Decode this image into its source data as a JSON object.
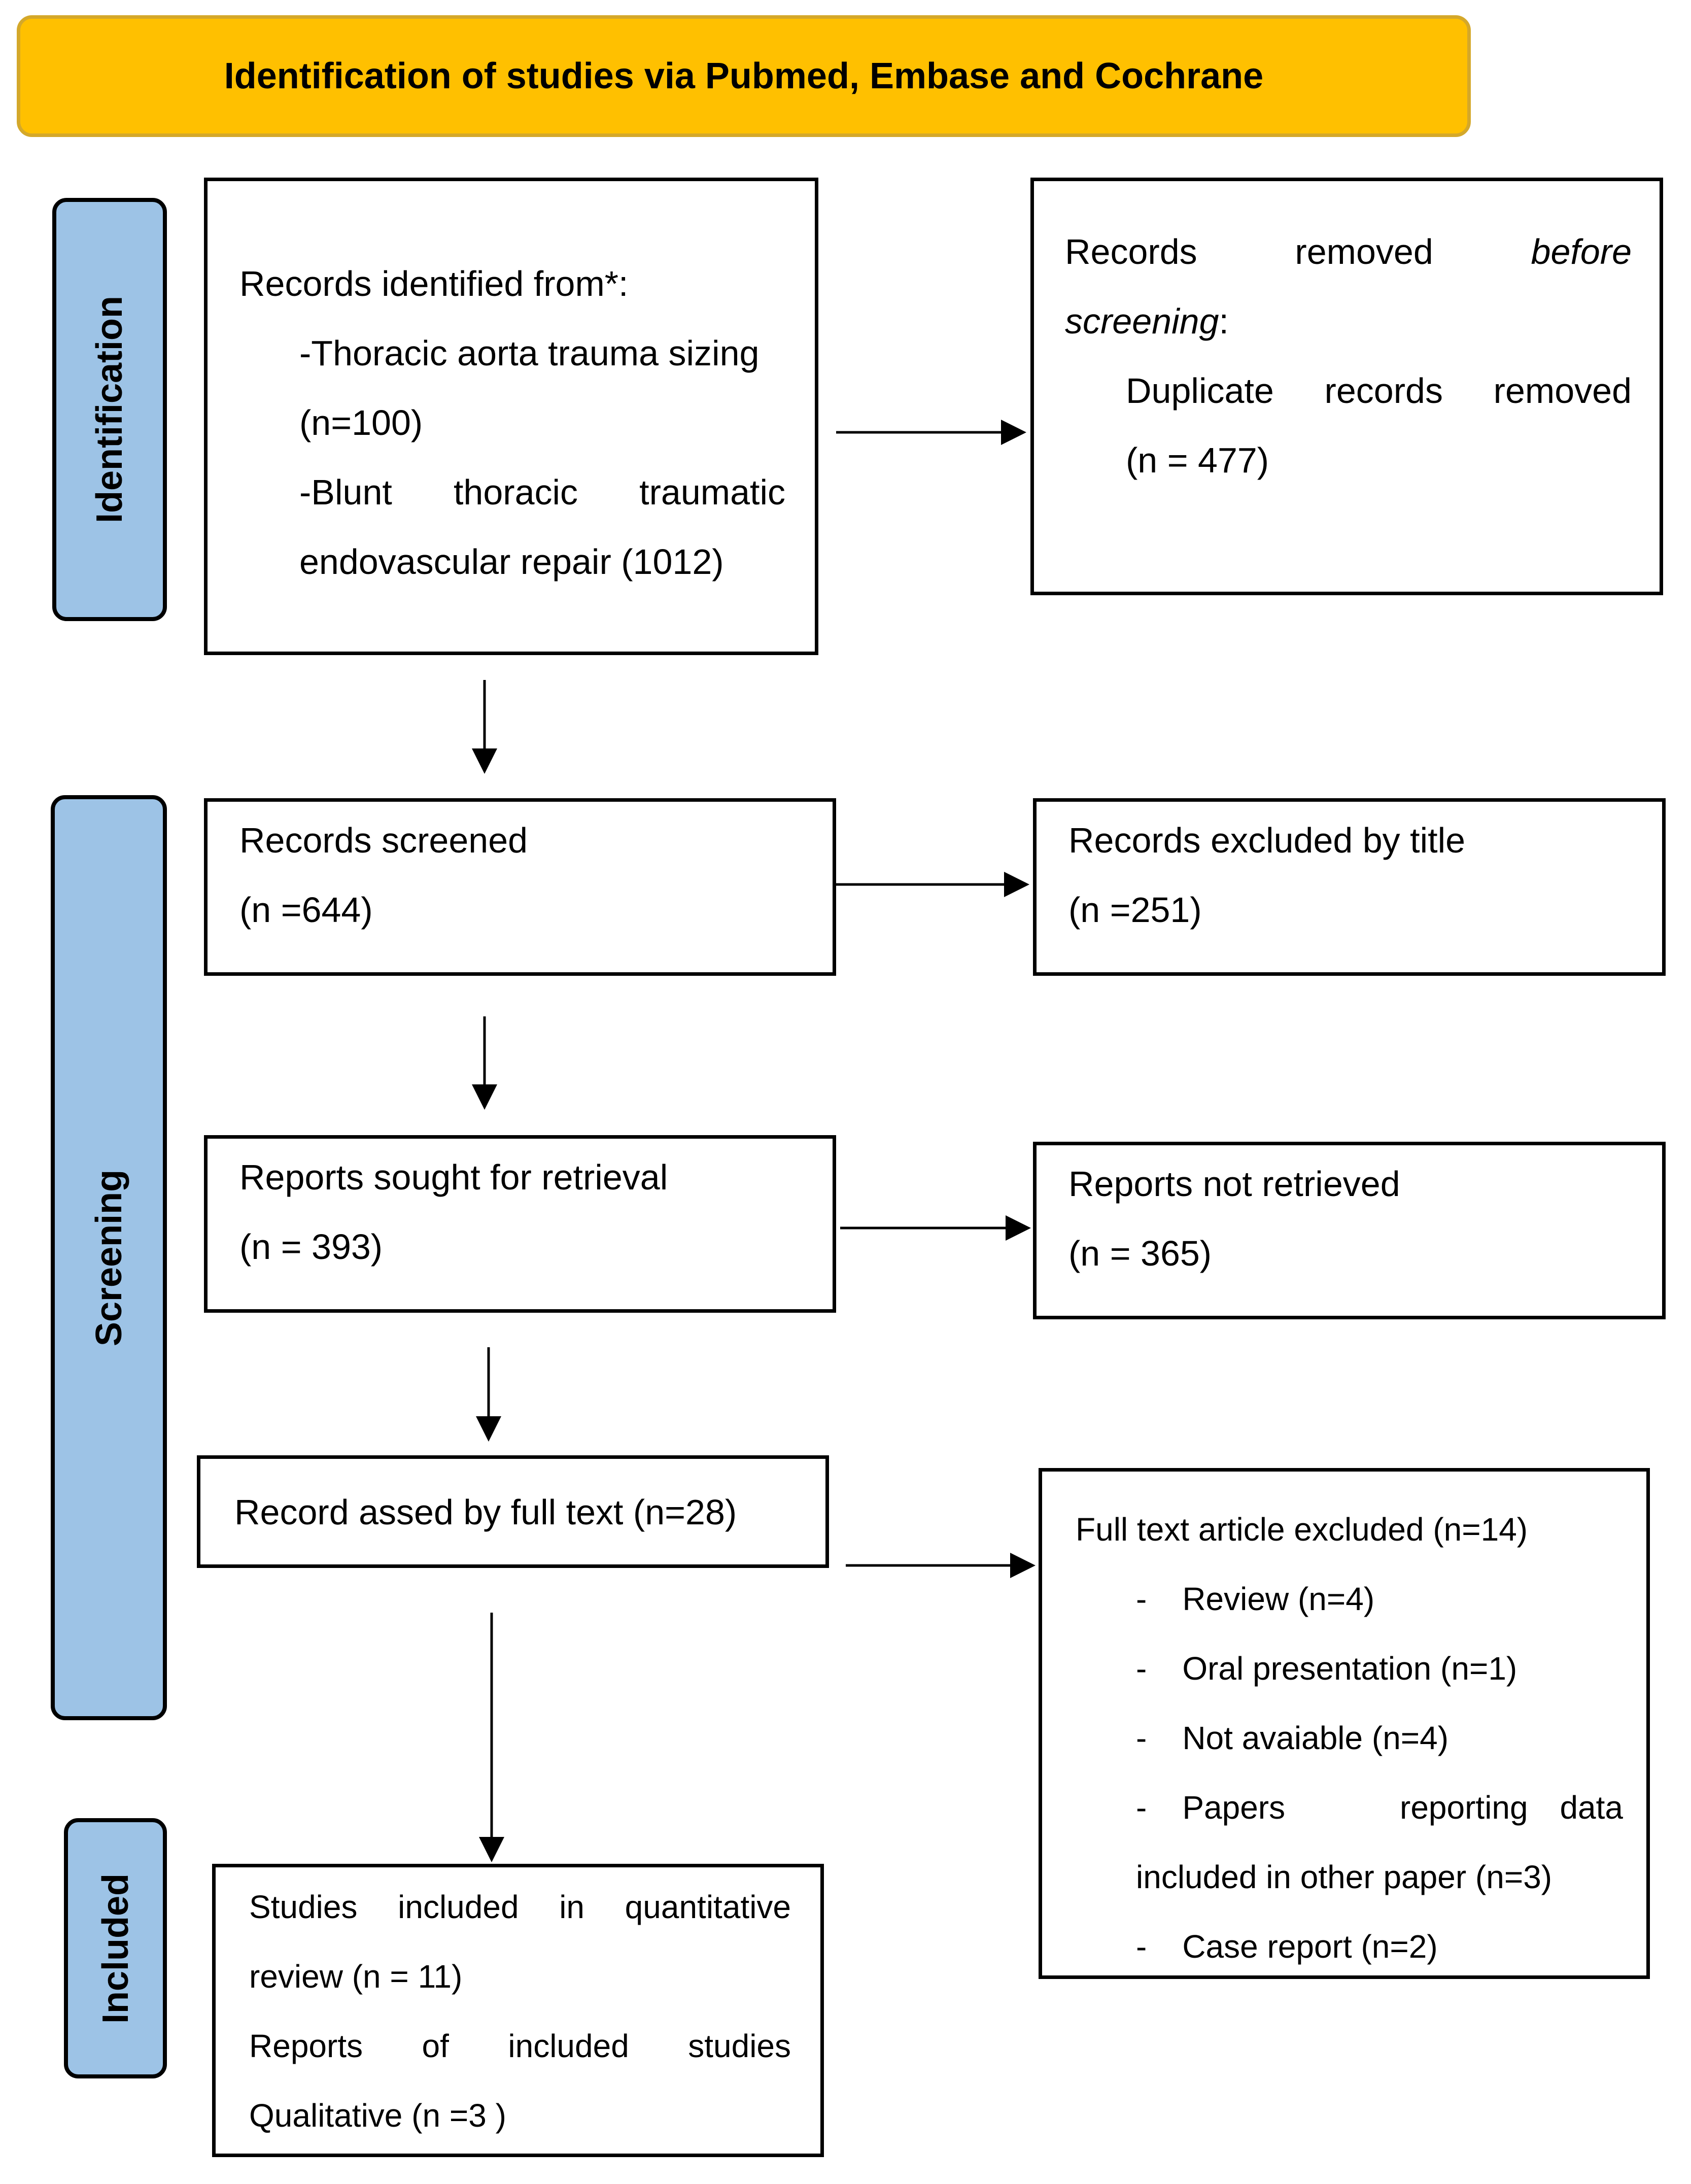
{
  "header": {
    "title": "Identification of studies via Pubmed, Embase and Cochrane"
  },
  "stages": {
    "identification": "Identification",
    "screening": "Screening",
    "included": "Included"
  },
  "identified": {
    "title": "Records identified from*:",
    "line1": "-Thoracic aorta trauma sizing",
    "line2": "(n=100)",
    "line3_words": [
      "-Blunt",
      "thoracic",
      "traumatic"
    ],
    "line4": "endovascular repair (1012)"
  },
  "removed": {
    "line1_words": [
      "Records",
      "removed",
      "before"
    ],
    "line2_italic": "screening",
    "line2_colon": ":",
    "line3_words": [
      "Duplicate",
      "records",
      "removed"
    ],
    "line4": "(n = 477)"
  },
  "screened": {
    "title": "Records screened",
    "count": "(n =644)"
  },
  "excluded_title": {
    "title": "Records excluded by title",
    "count": "(n =251)"
  },
  "sought": {
    "title": "Reports sought for retrieval",
    "count": "(n = 393)"
  },
  "not_retrieved": {
    "title": "Reports not retrieved",
    "count": "(n = 365)"
  },
  "full_text": {
    "title": "Record assed by full text (n=28)"
  },
  "excluded_full": {
    "title": "Full text article excluded (n=14)",
    "dash": "-",
    "item1": "Review (n=4)",
    "item2": "Oral presentation (n=1)",
    "item3": "Not avaiable (n=4)",
    "item4_words": [
      "Papers",
      "reporting",
      "data"
    ],
    "item4_cont": "included in other paper (n=3)",
    "item5": "Case report (n=2)"
  },
  "included": {
    "line1_words": [
      "Studies",
      "included",
      "in",
      "quantitative"
    ],
    "line2": "review (n = 11)",
    "line3_words": [
      "Reports",
      "of",
      "included",
      "studies"
    ],
    "line4": "Qualitative (n =3 )"
  }
}
